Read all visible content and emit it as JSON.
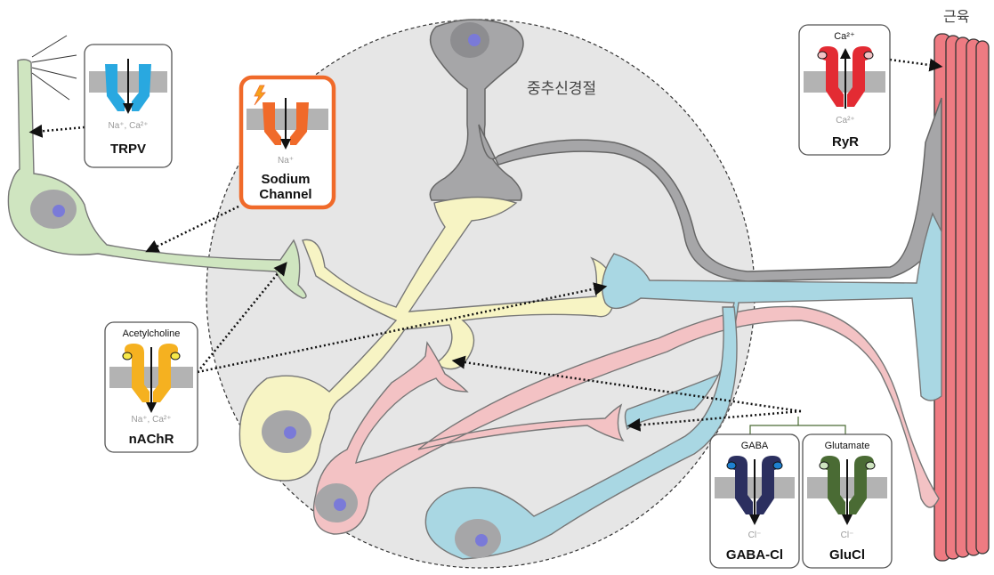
{
  "labels": {
    "cns": "중추신경절",
    "muscle": "근육"
  },
  "channels": {
    "trpv": {
      "name": "TRPV",
      "ions": "Na⁺, Ca²⁺",
      "color": "#29a8e0"
    },
    "sodium": {
      "name_line1": "Sodium",
      "name_line2": "Channel",
      "ions": "Na⁺",
      "color": "#f06a2a",
      "border": "#f06a2a"
    },
    "nachr": {
      "ligand": "Acetylcholine",
      "name": "nAChR",
      "ions": "Na⁺, Ca²⁺",
      "color": "#f5b120"
    },
    "ryr": {
      "ligand": "Ca²⁺",
      "name": "RyR",
      "ions": "Ca²⁺",
      "color": "#e32b33"
    },
    "gaba": {
      "ligand": "GABA",
      "name": "GABA-Cl",
      "ions": "Cl⁻",
      "color": "#2b2f5f"
    },
    "glucl": {
      "ligand": "Glutamate",
      "name": "GluCl",
      "ions": "Cl⁻",
      "color": "#4a6b34"
    }
  },
  "colors": {
    "sensory_neuron": "#cfe5c0",
    "interneuron_yellow": "#f7f4c4",
    "interneuron_pink": "#f3c2c4",
    "motor_neuron_blue": "#a9d7e3",
    "motor_neuron_gray": "#a6a6a8",
    "muscle": "#ee7b82",
    "ganglion": "#e6e6e6"
  }
}
